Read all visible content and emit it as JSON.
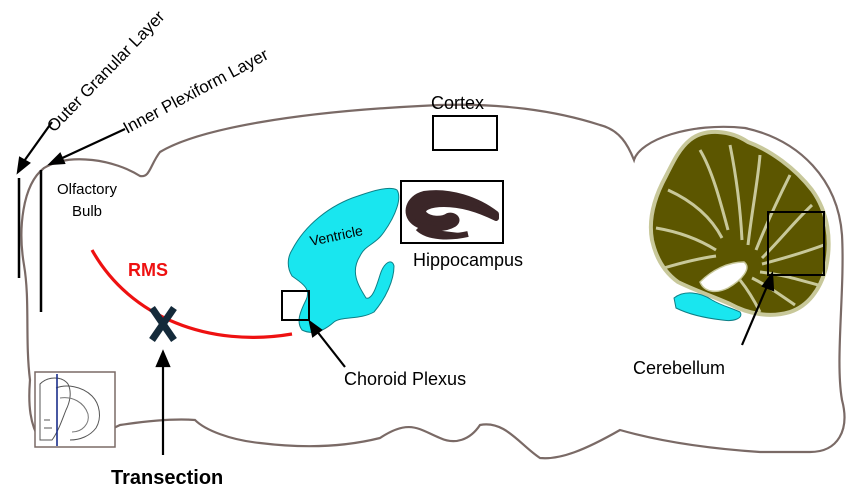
{
  "labels": {
    "outer_granular_layer": "Outer Granular Layer",
    "inner_plexiform_layer": "Inner Plexiform Layer",
    "olfactory_bulb_line1": "Olfactory",
    "olfactory_bulb_line2": "Bulb",
    "rms": "RMS",
    "ventricle": "Ventricle",
    "hippocampus": "Hippocampus",
    "cortex": "Cortex",
    "cerebellum": "Cerebellum",
    "choroid_plexus": "Choroid Plexus",
    "transection": "Transection"
  },
  "colors": {
    "outline": "#7a6a66",
    "ventricle": "#19e6ef",
    "rms": "#ee1111",
    "cerebellum_fill": "#5c5600",
    "cerebellum_border": "#c8c89a",
    "hippocampus": "#3b2628",
    "transection_mark": "#142a3a"
  }
}
